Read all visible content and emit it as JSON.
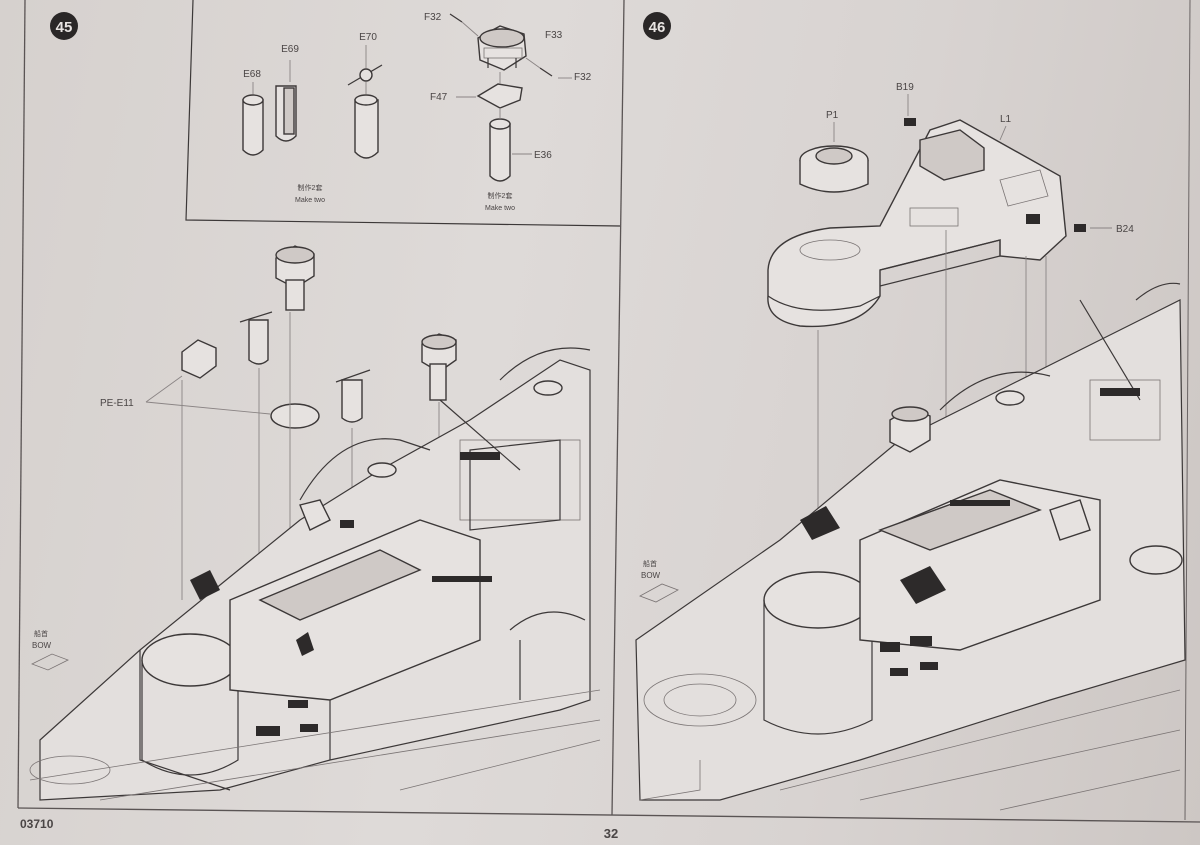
{
  "page": {
    "catalog_number": "03710",
    "page_number": "32"
  },
  "step45": {
    "number": "45",
    "inset": {
      "labels": {
        "e68": "E68",
        "e69": "E69",
        "e70": "E70",
        "f32_top": "F32",
        "f33": "F33",
        "f32_right": "F32",
        "f47": "F47",
        "e36": "E36"
      },
      "make_two_left_cn": "制作2套",
      "make_two_left": "Make two",
      "make_two_right_cn": "制作2套",
      "make_two_right": "Make two"
    },
    "pe_label": "PE-E11",
    "bow_cn": "船首",
    "bow": "BOW"
  },
  "step46": {
    "number": "46",
    "labels": {
      "p1": "P1",
      "b19": "B19",
      "l1": "L1",
      "b24": "B24"
    },
    "bow_cn": "船首",
    "bow": "BOW"
  },
  "icons": [
    "step-number-badge",
    "bow-arrow-icon"
  ]
}
